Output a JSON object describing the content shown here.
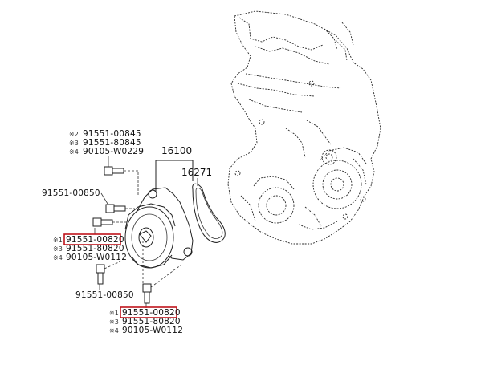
{
  "diagram": {
    "labels": {
      "pn_16100": "16100",
      "pn_16271": "16271",
      "top_group": {
        "r1_mark": "※2",
        "r1_part": "91551-00845",
        "r2_mark": "※3",
        "r2_part": "91551-80845",
        "r3_mark": "※4",
        "r3_part": "90105-W0229"
      },
      "bolt_left_upper": "91551-00850",
      "mid_group": {
        "r1_mark": "※1",
        "r1_part": "91551-00820",
        "r2_mark": "※3",
        "r2_part": "91551-80820",
        "r3_mark": "※4",
        "r3_part": "90105-W0112"
      },
      "bolt_left_lower": "91551-00850",
      "bottom_group": {
        "r1_mark": "※1",
        "r1_part": "91551-00820",
        "r2_mark": "※3",
        "r2_part": "91551-80820",
        "r3_mark": "※4",
        "r3_part": "90105-W0112"
      }
    },
    "highlighted_parts": [
      "91551-00820"
    ],
    "colors": {
      "highlight": "#c0141c",
      "ink": "#222222",
      "background": "#ffffff"
    }
  }
}
